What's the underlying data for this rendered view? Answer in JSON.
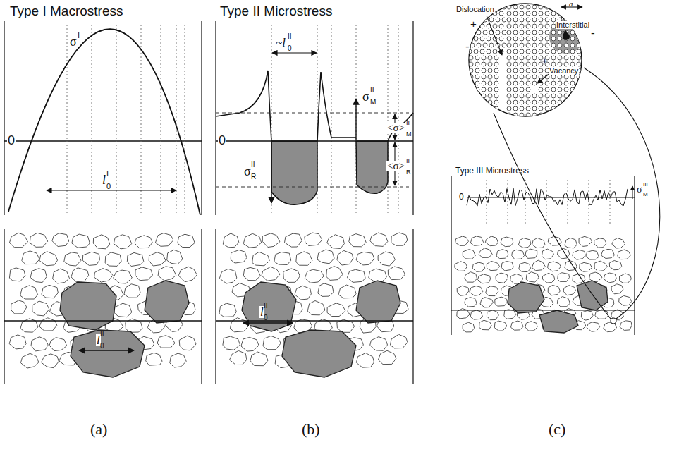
{
  "diagram": {
    "labels": [
      "Type I Macrostress",
      "0",
      "σ",
      "I",
      "l",
      "0",
      "I",
      "l",
      "0",
      "II",
      "(a)",
      "Type II Microstress",
      "0",
      "~l",
      "0",
      "II",
      "σ",
      "M",
      "II",
      "<σ>",
      "M",
      "II",
      "<σ>",
      "R",
      "II",
      "σ",
      "R",
      "II",
      "l",
      "0",
      "II",
      "(b)",
      "Dislocation",
      "a",
      "Interstitial",
      "+",
      "-",
      "Vacancy",
      "+",
      "-",
      "Type III Microstress",
      "0",
      "σ",
      "M",
      "III",
      "(c)"
    ]
  }
}
